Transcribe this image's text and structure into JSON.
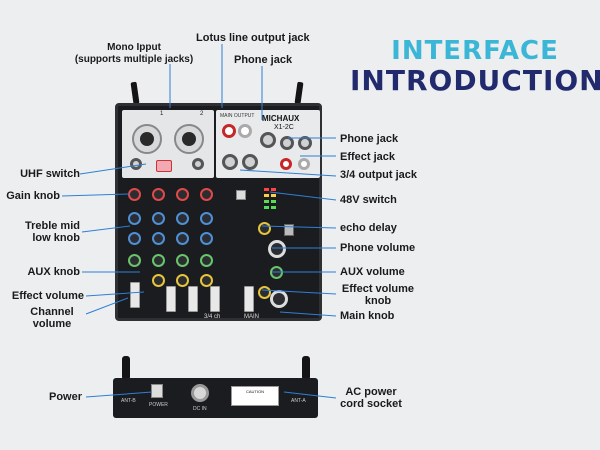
{
  "heading": {
    "line1": "INTERFACE",
    "line2": "INTRODUCTION"
  },
  "labels": {
    "mono_input": "Mono Ipput\n(supports multiple jacks)",
    "lotus_output": "Lotus line output jack",
    "phone_jack_top": "Phone jack",
    "phone_jack_right": "Phone jack",
    "effect_jack": "Effect jack",
    "output_34": "3/4 output jack",
    "uhf_switch": "UHF switch",
    "gain_knob": "Gain knob",
    "switch_48v": "48V switch",
    "treble": "Treble mid\nlow knob",
    "echo_delay": "echo delay",
    "phone_volume": "Phone volume",
    "aux_knob": "AUX knob",
    "aux_volume": "AUX volume",
    "effect_volume": "Effect volume",
    "effect_volume_knob": "Effect volume\nknob",
    "channel_volume": "Channel\nvolume",
    "main_knob": "Main knob",
    "power": "Power",
    "ac_power": "AC power\ncord socket"
  },
  "device": {
    "brand": "MICHAUX",
    "model": "X1-2C",
    "main_output": "MAIN OUTPUT",
    "ch1": "1",
    "ch2": "2",
    "main_fader": "MAIN",
    "rear_power": "POWER",
    "rear_dcin": "DC IN",
    "rear_caution": "CAUTION",
    "rear_ant_b": "ANT-B",
    "rear_ant_a": "ANT-A",
    "ch34": "3/4 ch"
  },
  "colors": {
    "title_cyan": "#3bb6d6",
    "title_navy": "#222a6e",
    "line_blue": "#2f7fd6"
  }
}
